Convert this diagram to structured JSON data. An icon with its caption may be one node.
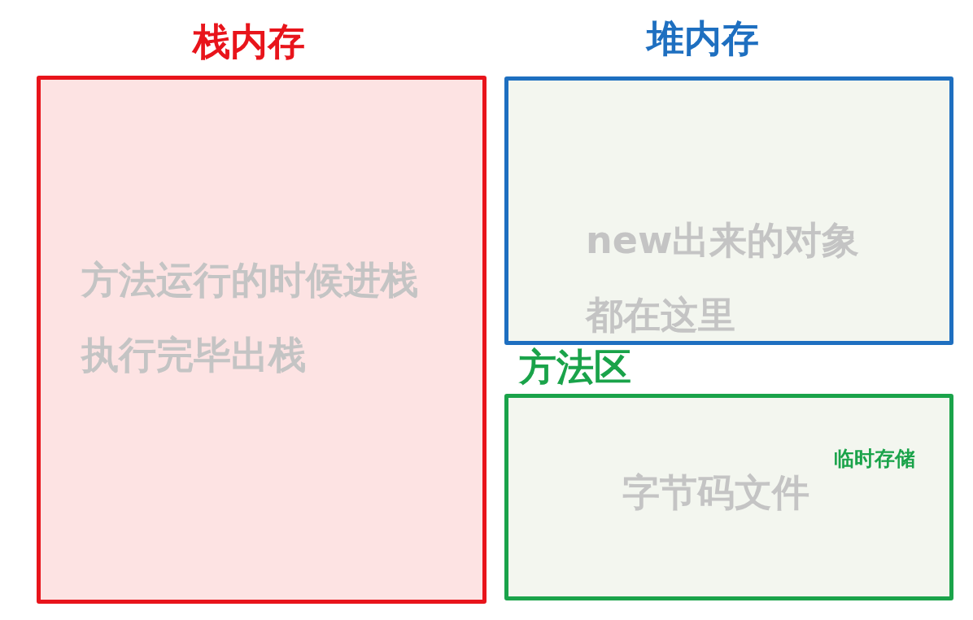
{
  "diagram": {
    "nodes": [
      {
        "text": [
          "栈内存",
          "方法运行的时候进栈执行完毕出栈"
        ]
      },
      {
        "text": [
          "堆内存",
          "new出来的对象都在这里"
        ]
      },
      {
        "text": [
          "方法区",
          "字节码文件",
          "临时存储"
        ]
      }
    ]
  }
}
